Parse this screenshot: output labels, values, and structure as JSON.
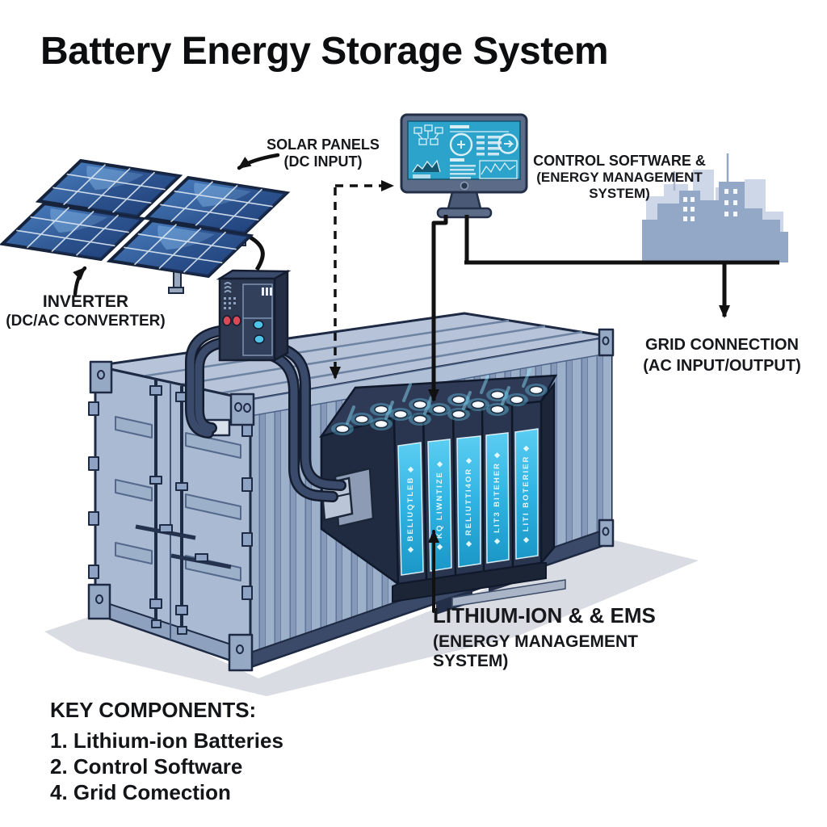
{
  "title": "Battery Energy Storage System",
  "callouts": {
    "solar": {
      "line1": "SOLAR PANELS",
      "line2": "(DC INPUT)"
    },
    "control": {
      "line1": "CONTROL SOFTWARE &",
      "line2": "(ENERGY MANAGEMENT SYSTEM)"
    },
    "inverter": {
      "line1": "INVERTER",
      "line2": "(DC/AC CONVERTER)"
    },
    "grid": {
      "line1": "GRID CONNECTION",
      "line2": "(AC INPUT/OUTPUT)"
    },
    "battery": {
      "line1": "LITHIUM-ION & & EMS",
      "line2": "(ENERGY MANAGEMENT SYSTEM)"
    }
  },
  "key_components": {
    "heading": "KEY COMPONENTS:",
    "items": [
      "1. Lithium-ion Batteries",
      "2. Control Software",
      "4. Grid Comection"
    ]
  },
  "battery_cells": [
    "◆ BELIUQTLEB ◆",
    "◆ KQ LIWNTIZE ◆",
    "◆ RELIUTTI4OR ◆",
    "◆ LIT3 BITEHER ◆",
    "◆ LITI BOTERIER ◆"
  ],
  "colors": {
    "container_body": "#a7b8d1",
    "container_corrugation_dark": "#8699b8",
    "outline_navy": "#1e2a44",
    "battery_body": "#2a3650",
    "battery_screen_cyan": "#2fb9e6",
    "monitor_screen_teal": "#2ba3cb",
    "inverter_body": "#2c3950",
    "indicator_red": "#d84a56",
    "indicator_cyan": "#4fc3e8",
    "skyline_back": "#c5d1e3",
    "skyline_front": "#93a8c6",
    "arrow_black": "#111111",
    "shadow_gray": "#d9dce2"
  }
}
